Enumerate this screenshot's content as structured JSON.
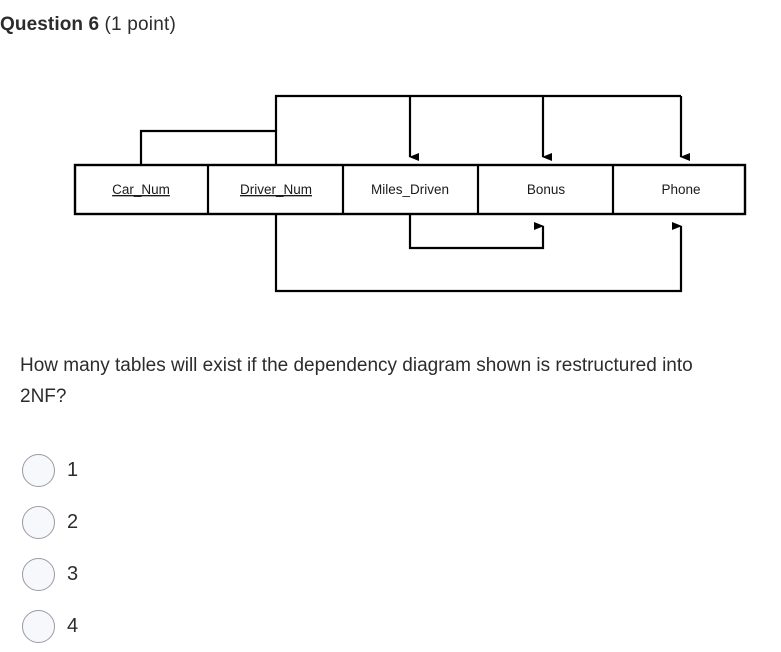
{
  "header": {
    "question_title": "Question 6",
    "points": "(1 point)"
  },
  "question": {
    "text": "How many tables  will exist if the dependency diagram shown is restructured into 2NF?"
  },
  "diagram": {
    "type": "functional-dependency-diagram",
    "attributes": [
      {
        "name": "Car_Num",
        "is_primary_key": true,
        "cell_index": 0
      },
      {
        "name": "Driver_Num",
        "is_primary_key": true,
        "cell_index": 1
      },
      {
        "name": "Miles_Driven",
        "is_primary_key": false,
        "cell_index": 2
      },
      {
        "name": "Bonus",
        "is_primary_key": false,
        "cell_index": 3
      },
      {
        "name": "Phone",
        "is_primary_key": false,
        "cell_index": 4
      }
    ],
    "dependencies": [
      {
        "determinant": "Car_Num, Driver_Num",
        "dependent": "Miles_Driven",
        "kind": "full"
      },
      {
        "determinant": "Car_Num, Driver_Num",
        "dependent": "Bonus",
        "kind": "full"
      },
      {
        "determinant": "Car_Num, Driver_Num",
        "dependent": "Phone",
        "kind": "full"
      },
      {
        "determinant": "Miles_Driven",
        "dependent": "Bonus",
        "kind": "transitive"
      },
      {
        "determinant": "Driver_Num",
        "dependent": "Phone",
        "kind": "partial"
      }
    ],
    "line_color": "#000000",
    "box_border_color": "#000000"
  },
  "options": [
    {
      "label": "1",
      "selected": false
    },
    {
      "label": "2",
      "selected": false
    },
    {
      "label": "3",
      "selected": false
    },
    {
      "label": "4",
      "selected": false
    }
  ],
  "colors": {
    "text": "#2c2c2c",
    "radio_border": "#9a9aa5",
    "radio_fill": "#f7f8fc",
    "diagram_stroke": "#000000",
    "page_background": "#ffffff"
  }
}
